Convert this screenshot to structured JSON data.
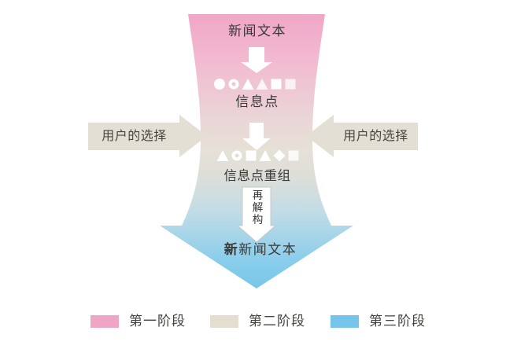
{
  "diagram": {
    "source_text_label": "新闻文本",
    "info_points_label": "信息点",
    "info_points_regroup_label": "信息点重组",
    "re_deconstruct_label": "再解构",
    "final_output_prefix": "新",
    "final_output_rest": "新闻文本",
    "user_choice_left_label": "用户的选择",
    "user_choice_right_label": "用户的选择"
  },
  "legend": {
    "items": [
      {
        "label": "第一阶段",
        "color": "#efa6c6"
      },
      {
        "label": "第二阶段",
        "color": "#e3ded0"
      },
      {
        "label": "第三阶段",
        "color": "#74c5e9"
      }
    ]
  },
  "colors": {
    "phase1_pink_top": "#f0a7c7",
    "phase2_beige_middle": "#e6e0d6",
    "phase3_blue_bottom": "#79c6e9",
    "side_arrow_fill": "#e4dfd5",
    "flow_arrow_fill": "#ffffff",
    "text": "#3a3a38"
  },
  "icons": {
    "row1_info_shapes": [
      {
        "shape": "circle",
        "opacity": 1
      },
      {
        "shape": "donut-circle",
        "opacity": 1
      },
      {
        "shape": "triangle",
        "opacity": 1
      },
      {
        "shape": "triangle",
        "opacity": 0.8
      },
      {
        "shape": "square",
        "opacity": 1
      },
      {
        "shape": "square",
        "opacity": 0.75
      }
    ],
    "row2_info_shapes": [
      {
        "shape": "triangle",
        "opacity": 1
      },
      {
        "shape": "donut-circle",
        "opacity": 1
      },
      {
        "shape": "square",
        "opacity": 1
      },
      {
        "shape": "triangle",
        "opacity": 1
      },
      {
        "shape": "diamond",
        "opacity": 1
      },
      {
        "shape": "square",
        "opacity": 0.8
      }
    ]
  }
}
